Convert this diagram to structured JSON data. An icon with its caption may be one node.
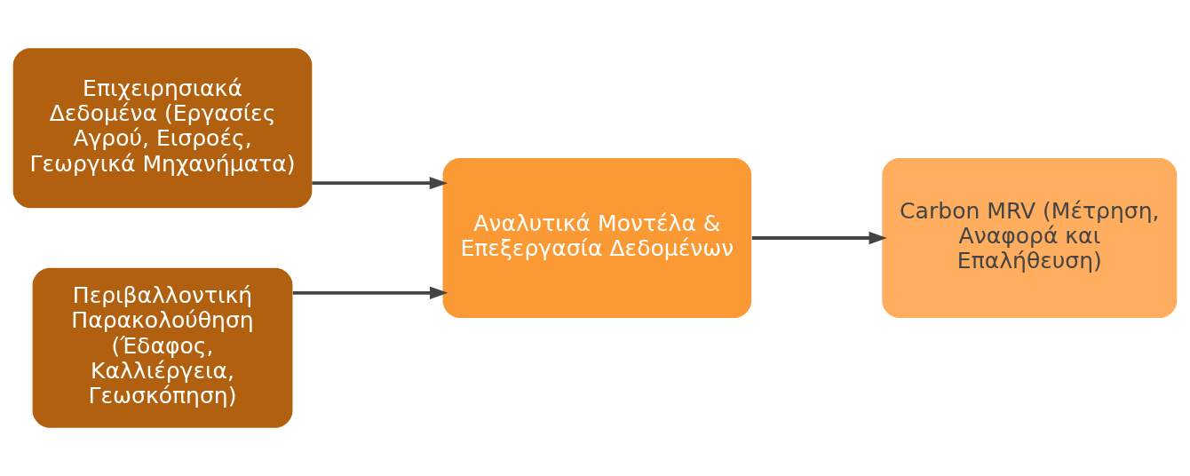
{
  "diagram": {
    "nodes": [
      {
        "text": [
          "Επιχειρησιακά Δεδομένα (Εργασίες Αγρού, Εισροές, Γεωργικά Μηχανήματα)"
        ]
      },
      {
        "text": [
          "Περιβαλλοντική Παρακολούθηση (Έδαφος, Καλλιέργεια, Γεωσκόπηση)"
        ]
      },
      {
        "text": [
          "Αναλυτικά Μοντέλα & Επεξεργασία Δεδομένων"
        ]
      },
      {
        "text": [
          "Carbon MRV (Μέτρηση, Αναφορά και Επαλήθευση)"
        ]
      }
    ],
    "edges": [
      {
        "from": 0,
        "to": 2,
        "arrow": "to"
      },
      {
        "from": 1,
        "to": 2,
        "arrow": "to"
      },
      {
        "from": 2,
        "to": 3,
        "arrow": "to"
      }
    ]
  }
}
